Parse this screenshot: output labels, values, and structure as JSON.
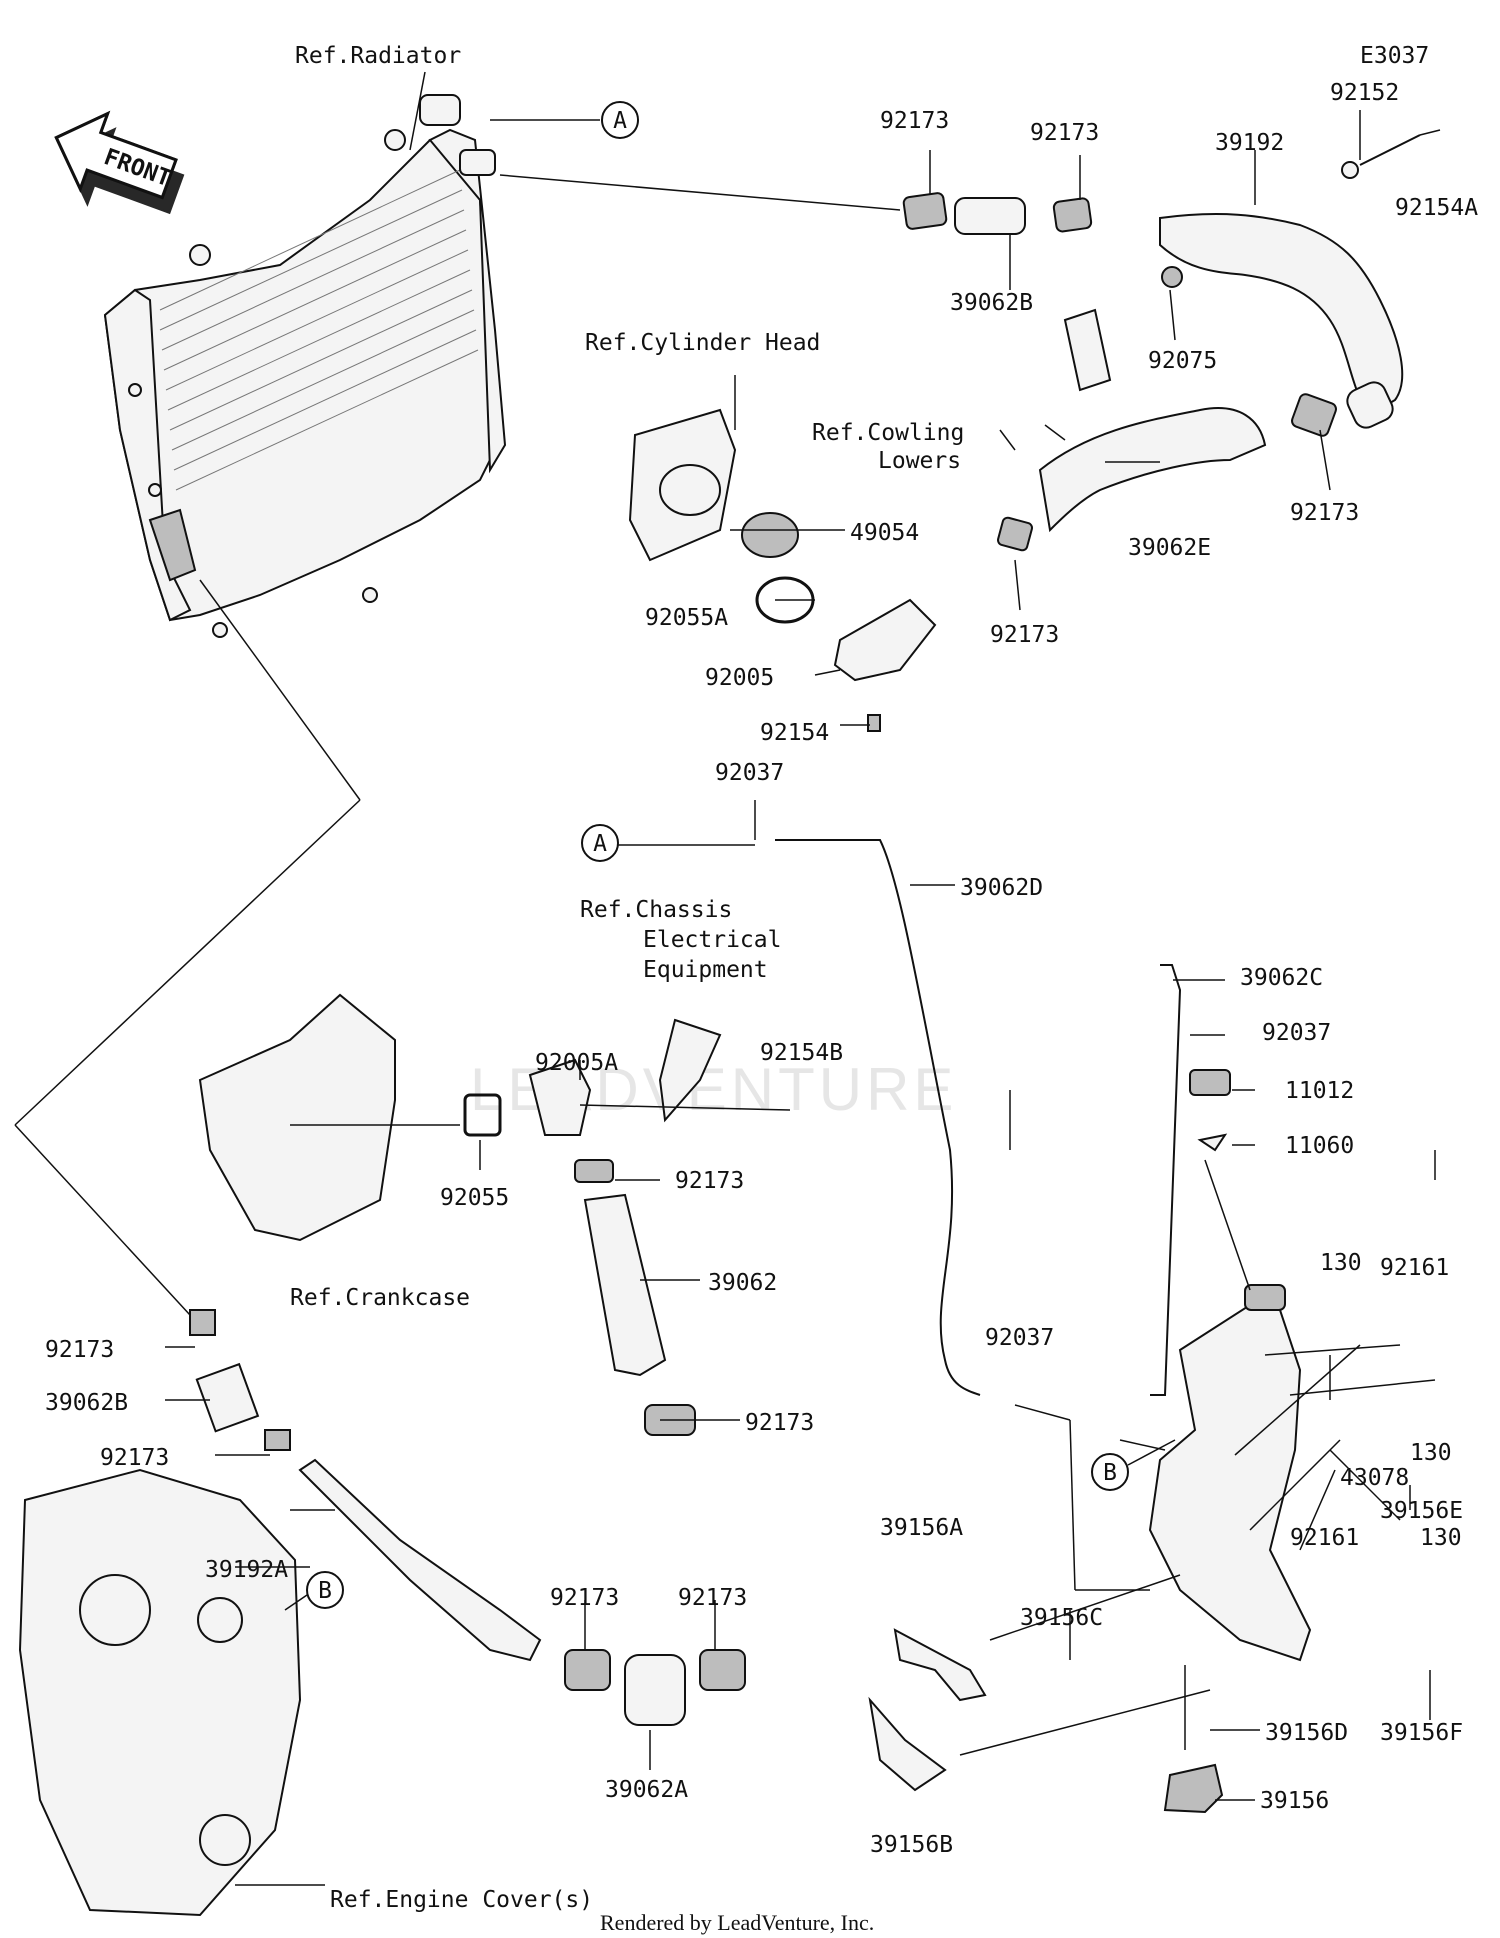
{
  "watermark": "LEADVENTURE",
  "footer": "Rendered by LeadVenture, Inc.",
  "front_label": "FRONT",
  "diagram_code": "E3037",
  "callouts": [
    "A",
    "A",
    "B",
    "B"
  ],
  "references": {
    "radiator": "Ref.Radiator",
    "cylinder_head": "Ref.Cylinder Head",
    "cowling_l1": "Ref.Cowling",
    "cowling_l2": "Lowers",
    "chassis_l1": "Ref.Chassis",
    "chassis_l2": "Electrical",
    "chassis_l3": "Equipment",
    "crankcase": "Ref.Crankcase",
    "engine_cover": "Ref.Engine Cover(s)"
  },
  "part_numbers": {
    "p01": "92173",
    "p02": "92173",
    "p03": "39192",
    "p04": "92152",
    "p05": "92154A",
    "p06": "39062B",
    "p07": "92075",
    "p08": "49054",
    "p09": "39062E",
    "p10": "92173",
    "p11": "92055A",
    "p12": "92173",
    "p13": "92005",
    "p14": "92154",
    "p15": "92037",
    "p16": "39062D",
    "p17": "92005A",
    "p18": "92154B",
    "p19": "39062C",
    "p20": "92037",
    "p21": "11012",
    "p22": "11060",
    "p23": "92055",
    "p24": "92173",
    "p25": "39062",
    "p26": "92173",
    "p27": "130",
    "p28": "92161",
    "p29": "92037",
    "p30": "130",
    "p31": "92173",
    "p32": "43078",
    "p33": "39062B",
    "p34": "92173",
    "p35": "39156A",
    "p36": "39156E",
    "p37": "92161",
    "p38": "130",
    "p39": "39192A",
    "p40": "92173",
    "p41": "92173",
    "p42": "39156C",
    "p43": "39156D",
    "p44": "39156F",
    "p45": "39062A",
    "p46": "39156",
    "p47": "39156B"
  }
}
